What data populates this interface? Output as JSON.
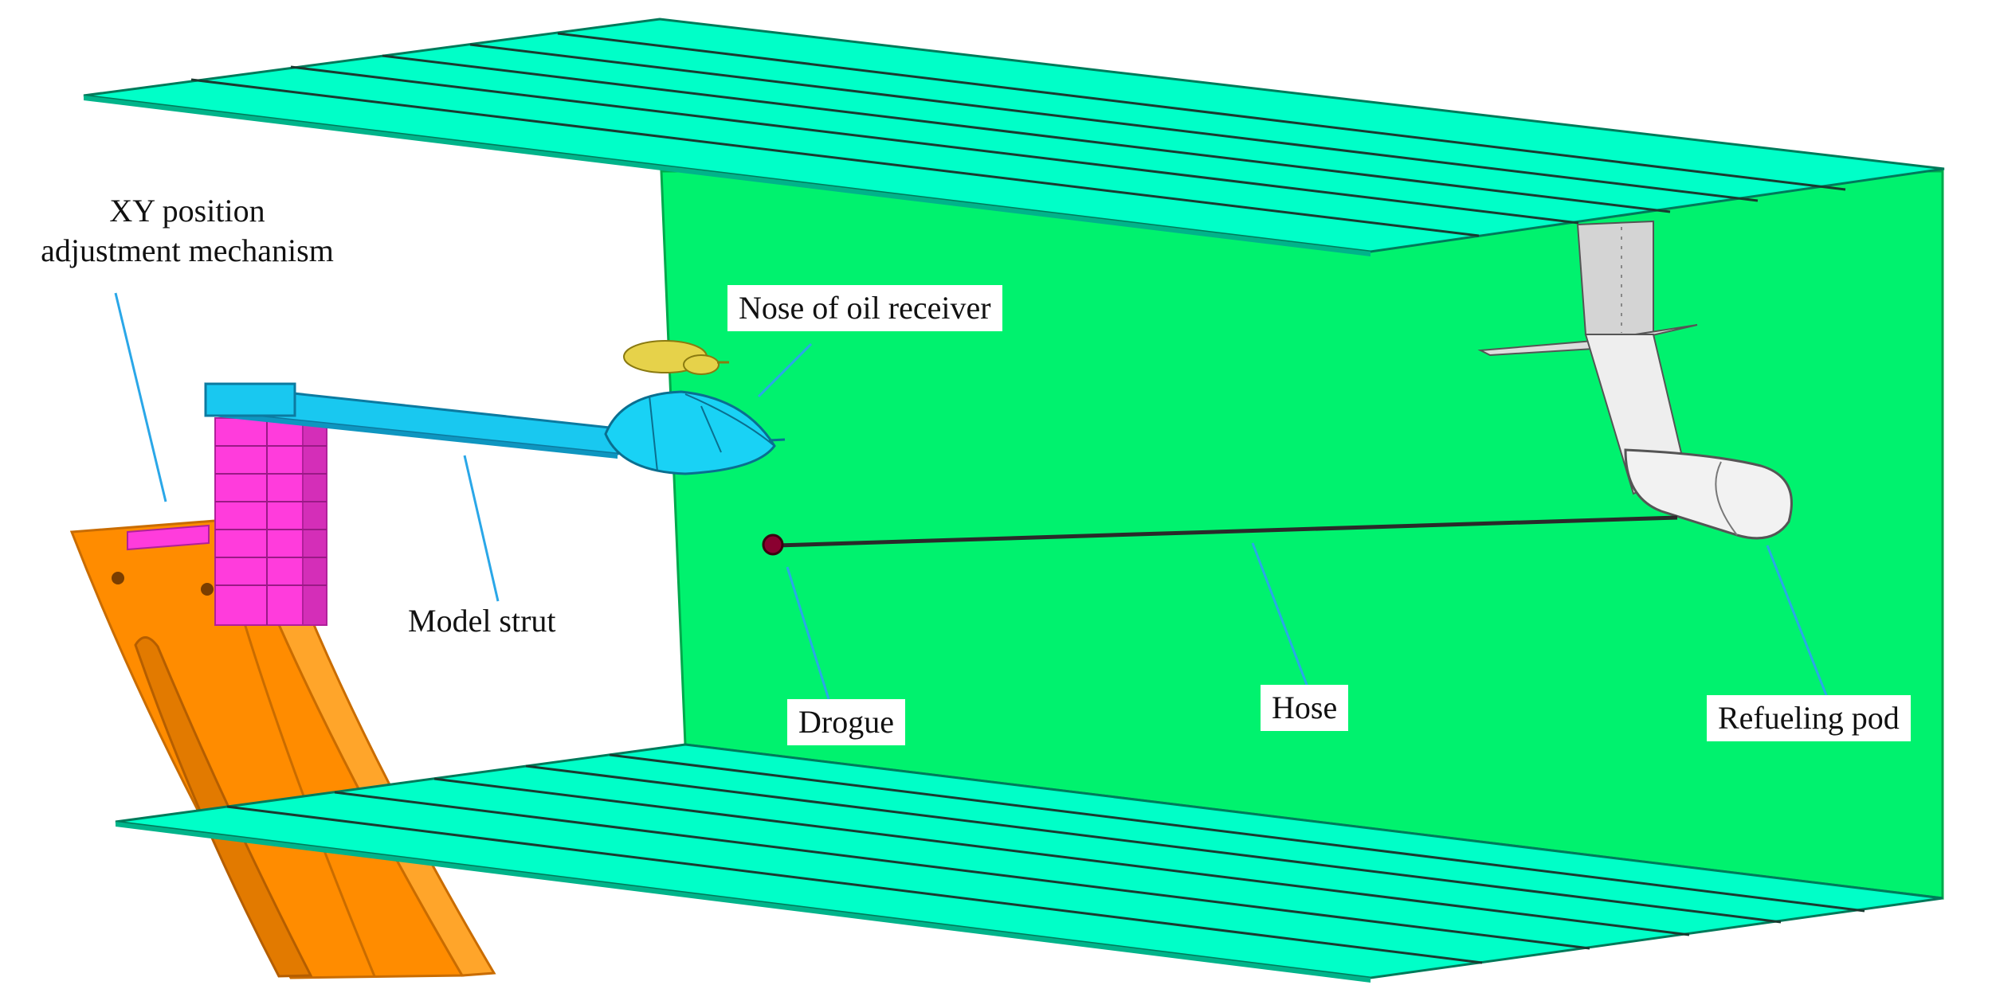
{
  "labels": {
    "xy_line1": "XY position",
    "xy_line2": "adjustment mechanism",
    "nose": "Nose of oil receiver",
    "strut": "Model strut",
    "drogue": "Drogue",
    "hose": "Hose",
    "pod": "Refueling pod"
  },
  "colors": {
    "wall": "#00f26e",
    "plates": "#00ffc8",
    "strut": "#19c8f0",
    "receiver_nose": "#19d2f5",
    "adjustment_mechanism": "#ff3cdc",
    "support_frame": "#ff8c00",
    "refueling_pod": "#f2f2f2",
    "leader_lines": "#2aa7e8",
    "hose": "#2a2a2a",
    "drogue": "#8a0030",
    "small_aircraft": "#e6d24a"
  }
}
